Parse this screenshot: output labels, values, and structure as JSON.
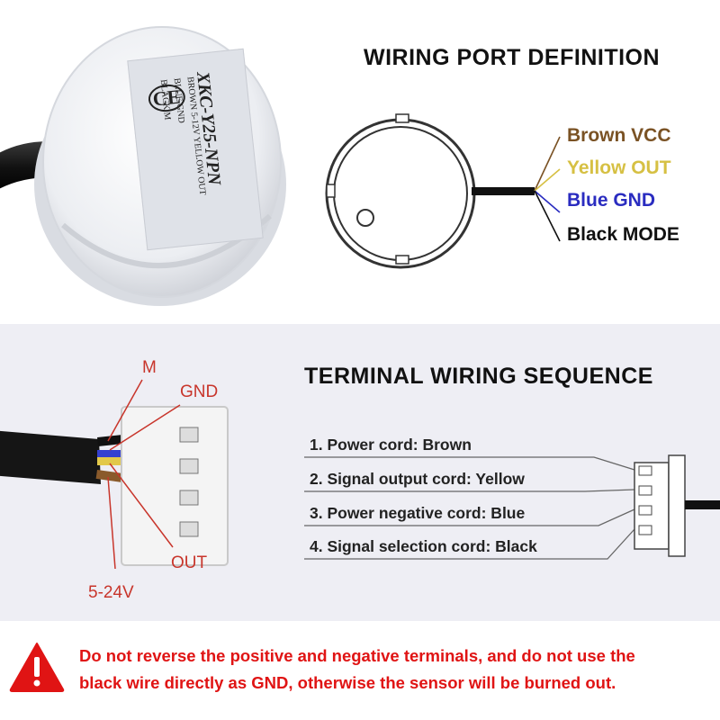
{
  "top": {
    "title": "WIRING PORT DEFINITION",
    "wires": [
      {
        "label": "Brown VCC",
        "color": "#7a5224"
      },
      {
        "label": "Yellow OUT",
        "color": "#d6c043"
      },
      {
        "label": "Blue GND",
        "color": "#2a2cc0"
      },
      {
        "label": "Black MODE",
        "color": "#111111"
      }
    ],
    "sticker": {
      "ce": "CE",
      "model": "XKC-Y25-NPN",
      "line1": "BROWN 5-12V YELLOW OUT",
      "line2": "BLUE GND",
      "line3": "BLACK M"
    }
  },
  "middle": {
    "title": "TERMINAL WIRING SEQUENCE",
    "items": [
      "1. Power cord: Brown",
      "2. Signal output cord: Yellow",
      "3. Power negative cord: Blue",
      "4. Signal selection cord: Black"
    ],
    "connector_labels": {
      "m": "M",
      "gnd": "GND",
      "out": "OUT",
      "vcc": "5-24V"
    }
  },
  "warning": {
    "icon": "warning-triangle-icon",
    "color": "#e01414",
    "line1": "Do not reverse the positive and negative terminals, and do not use the",
    "line2": "black wire directly as GND, otherwise the sensor will be burned out."
  }
}
